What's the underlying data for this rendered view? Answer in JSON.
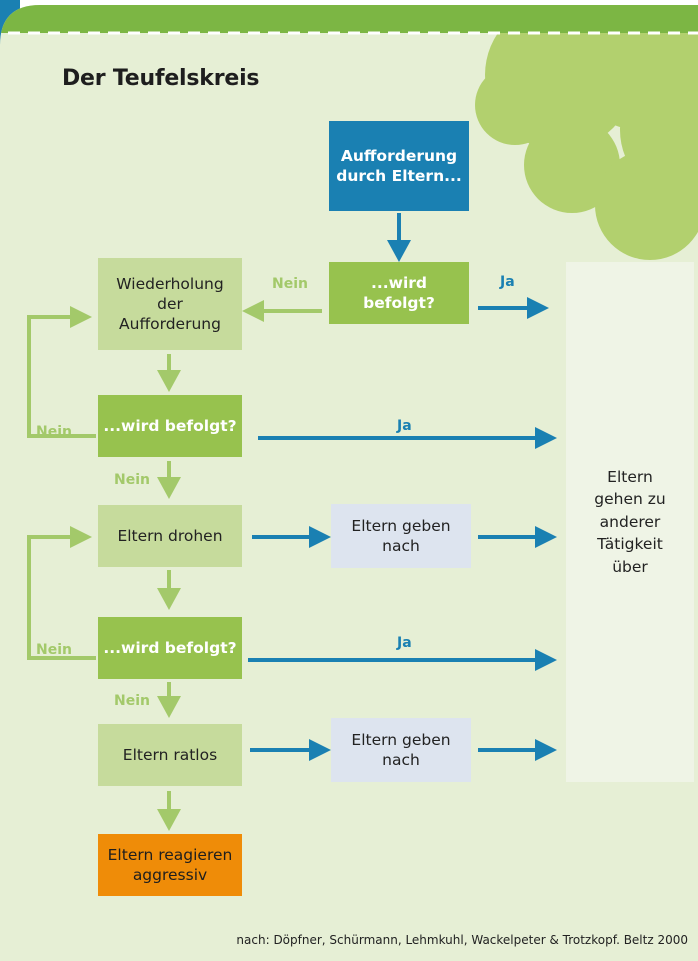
{
  "diagram": {
    "title": "Der Teufelskreis",
    "nodes": {
      "start": "Aufforderung\ndurch Eltern...",
      "check1": "...wird befolgt?",
      "repeat": "Wiederholung\nder\nAufforderung",
      "check2": "...wird befolgt?",
      "threaten": "Eltern drohen",
      "give_in_1": "Eltern geben\nnach",
      "check3": "...wird befolgt?",
      "helpless": "Eltern ratlos",
      "give_in_2": "Eltern geben\nnach",
      "aggressive": "Eltern reagieren\naggressiv",
      "outcome": "Eltern\ngehen zu\nanderer\nTätigkeit\nüber"
    },
    "edge_labels": {
      "yes": "Ja",
      "no": "Nein"
    },
    "source": "nach: Döpfner, Schürmann, Lehmkuhl, Wackelpeter & Trotzkopf. Beltz 2000"
  },
  "colors": {
    "background": "#e6efd5",
    "header_band": "#7cb644",
    "blob": "#b2d06e",
    "side_tab": "#1a80b2",
    "arrow_blue": "#1a80b2",
    "arrow_green": "#a3c96a",
    "label_no": "#a3c96a",
    "label_yes": "#1a80b2"
  }
}
